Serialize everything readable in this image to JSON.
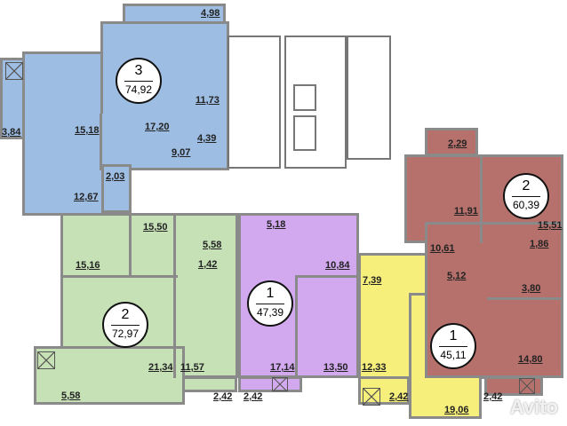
{
  "apartments": [
    {
      "rooms": "3",
      "area": "74,92",
      "color": "#9dbde3",
      "labels": [
        "4,98",
        "11,73",
        "15,18",
        "17,20",
        "4,39",
        "9,07",
        "3,84",
        "2,03",
        "12,67"
      ]
    },
    {
      "rooms": "2",
      "area": "72,97",
      "color": "#c6e1b6",
      "labels": [
        "15,50",
        "5,58",
        "1,42",
        "15,16",
        "21,34",
        "11,57",
        "5,58",
        "2,42"
      ]
    },
    {
      "rooms": "1",
      "area": "47,39",
      "color": "#d2a8ef",
      "labels": [
        "5,18",
        "10,84",
        "17,14",
        "13,50",
        "2,42"
      ]
    },
    {
      "rooms": "1",
      "area": "45,11",
      "color": "#f6ef7c",
      "labels": [
        "7,39",
        "5,12",
        "12,33",
        "2,42",
        "19,06"
      ]
    },
    {
      "rooms": "2",
      "area": "60,39",
      "color": "#b6716c",
      "labels": [
        "2,29",
        "11,91",
        "15,51",
        "10,61",
        "1,86",
        "3,80",
        "14,80",
        "2,42"
      ]
    }
  ],
  "watermark": "Avito"
}
